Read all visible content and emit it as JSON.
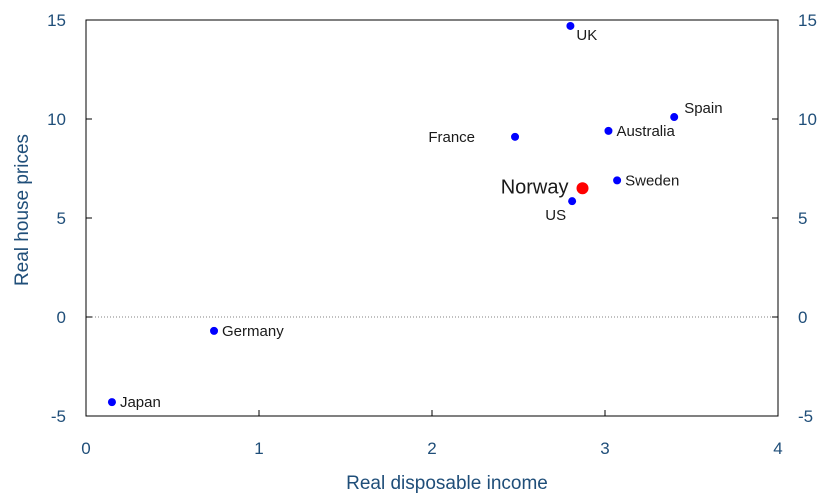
{
  "chart_data": {
    "type": "scatter",
    "xlabel": "Real disposable income",
    "ylabel": "Real house prices",
    "xlim": [
      0,
      4
    ],
    "ylim": [
      -5,
      15
    ],
    "xticks": [
      "0",
      "1",
      "2",
      "3",
      "4"
    ],
    "yticks": [
      "-5",
      "0",
      "5",
      "10",
      "15"
    ],
    "right_axis": true,
    "zero_line": true,
    "points": [
      {
        "label": "UK",
        "x": 2.8,
        "y": 14.7,
        "color": "#0000ff",
        "label_pos": "right-below"
      },
      {
        "label": "Spain",
        "x": 3.4,
        "y": 10.1,
        "color": "#0000ff",
        "label_pos": "right-above"
      },
      {
        "label": "France",
        "x": 2.48,
        "y": 9.1,
        "color": "#0000ff",
        "label_pos": "left"
      },
      {
        "label": "Australia",
        "x": 3.02,
        "y": 9.4,
        "color": "#0000ff",
        "label_pos": "right"
      },
      {
        "label": "Norway",
        "x": 2.87,
        "y": 6.5,
        "color": "#ff0000",
        "label_pos": "left",
        "highlight": true
      },
      {
        "label": "Sweden",
        "x": 3.07,
        "y": 6.9,
        "color": "#0000ff",
        "label_pos": "right"
      },
      {
        "label": "US",
        "x": 2.81,
        "y": 5.85,
        "color": "#0000ff",
        "label_pos": "left-below"
      },
      {
        "label": "Germany",
        "x": 0.74,
        "y": -0.7,
        "color": "#0000ff",
        "label_pos": "right"
      },
      {
        "label": "Japan",
        "x": 0.15,
        "y": -4.3,
        "color": "#0000ff",
        "label_pos": "right"
      }
    ]
  }
}
